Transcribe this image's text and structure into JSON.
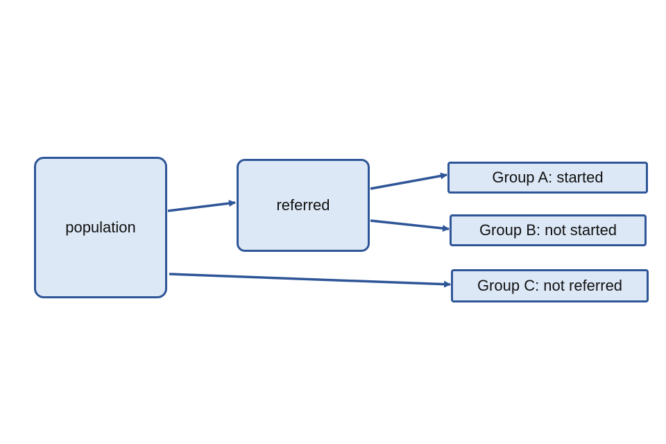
{
  "nodes": {
    "population": "population",
    "referred": "referred",
    "group_a": "Group A: started",
    "group_b": "Group B: not started",
    "group_c": "Group C: not referred"
  },
  "edges": [
    {
      "from": "population",
      "to": "referred"
    },
    {
      "from": "referred",
      "to": "group_a"
    },
    {
      "from": "referred",
      "to": "group_b"
    },
    {
      "from": "population",
      "to": "group_c"
    }
  ],
  "colors": {
    "node_fill": "#dce8f6",
    "node_border": "#2e5597",
    "arrow": "#2e5597",
    "text": "#111111"
  }
}
